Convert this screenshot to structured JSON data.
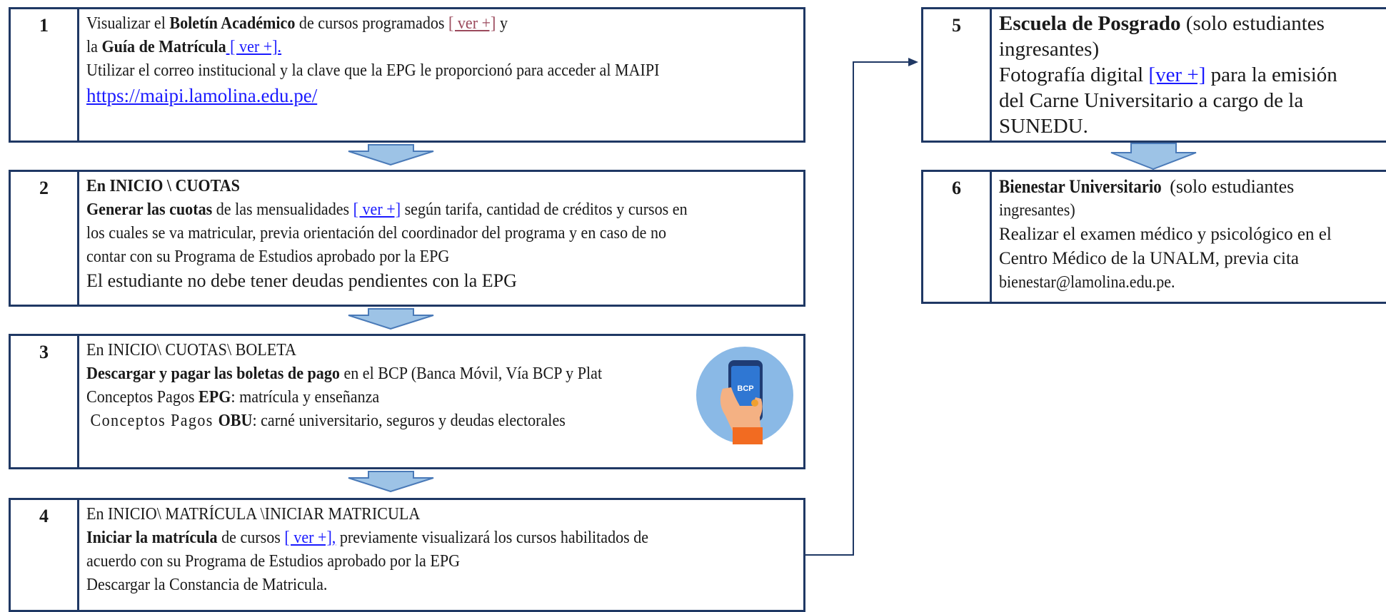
{
  "colors": {
    "border": "#1f3864",
    "arrow_fill": "#9dc3e6",
    "link": "#1a1aff",
    "link_maroon": "#9b4a5c"
  },
  "steps": [
    {
      "number": "1",
      "line1": {
        "a": "Visualizar el ",
        "bold": "Boletín Académico",
        "b": " de cursos programados ",
        "link": "[ ver +]",
        "c": " y"
      },
      "line2": {
        "a": "la ",
        "bold": "Guía de Matrícula",
        "link": " [ ver +].",
        "c": ""
      },
      "line3": "Utilizar el correo institucional y la clave que la EPG le proporcionó para acceder al MAIPI",
      "line4_link": "https://maipi.lamolina.edu.pe/"
    },
    {
      "number": "2",
      "line1_bold": "En INICIO \\ CUOTAS",
      "line2": {
        "bold": "Generar las cuotas",
        "a": " de las mensualidades ",
        "link": "[ ver +]",
        "b": " según tarifa, cantidad de créditos y cursos en"
      },
      "line3": "los cuales se va matricular, previa orientación del coordinador del programa y en caso de no",
      "line4": "contar con su Programa de Estudios aprobado por la EPG",
      "line5": "El estudiante no debe tener deudas pendientes con la EPG"
    },
    {
      "number": "3",
      "line1": "En INICIO\\ CUOTAS\\ BOLETA",
      "line2": {
        "bold": "Descargar y pagar las boletas de pago",
        "a": " en el BCP (Banca Móvil, Vía BCP y Plat"
      },
      "line3": {
        "a": "Conceptos Pagos ",
        "bold": "EPG",
        "b": ": matrícula y enseñanza"
      },
      "line4": {
        "a": "Conceptos Pagos ",
        "bold": "OBU",
        "b": ": carné universitario, seguros y deudas electorales"
      },
      "icon_text": "BCP"
    },
    {
      "number": "4",
      "line1": "En INICIO\\ MATRÍCULA \\INICIAR MATRICULA",
      "line2": {
        "bold": "Iniciar la matrícula",
        "a": " de cursos ",
        "link": "[ ver +],",
        "b": " previamente visualizará los cursos habilitados de"
      },
      "line3": "acuerdo con su Programa de Estudios aprobado por la EPG",
      "line4": "Descargar la Constancia de Matricula."
    },
    {
      "number": "5",
      "line1": {
        "bold": "Escuela de Posgrado",
        "a": " (solo estudiantes"
      },
      "line2": "ingresantes)",
      "line3": {
        "a": "Fotografía digital ",
        "link": "[ver +]",
        "b": " para la emisión"
      },
      "line4": "del Carne Universitario a cargo de la",
      "line5": "SUNEDU."
    },
    {
      "number": "6",
      "line1": {
        "bold": "Bienestar Universitario",
        "a": " (solo estudiantes"
      },
      "line2": "ingresantes)",
      "line3": "Realizar el examen médico y psicológico en el",
      "line4": "Centro Médico de la UNALM, previa cita",
      "line5": "bienestar@lamolina.edu.pe."
    }
  ]
}
